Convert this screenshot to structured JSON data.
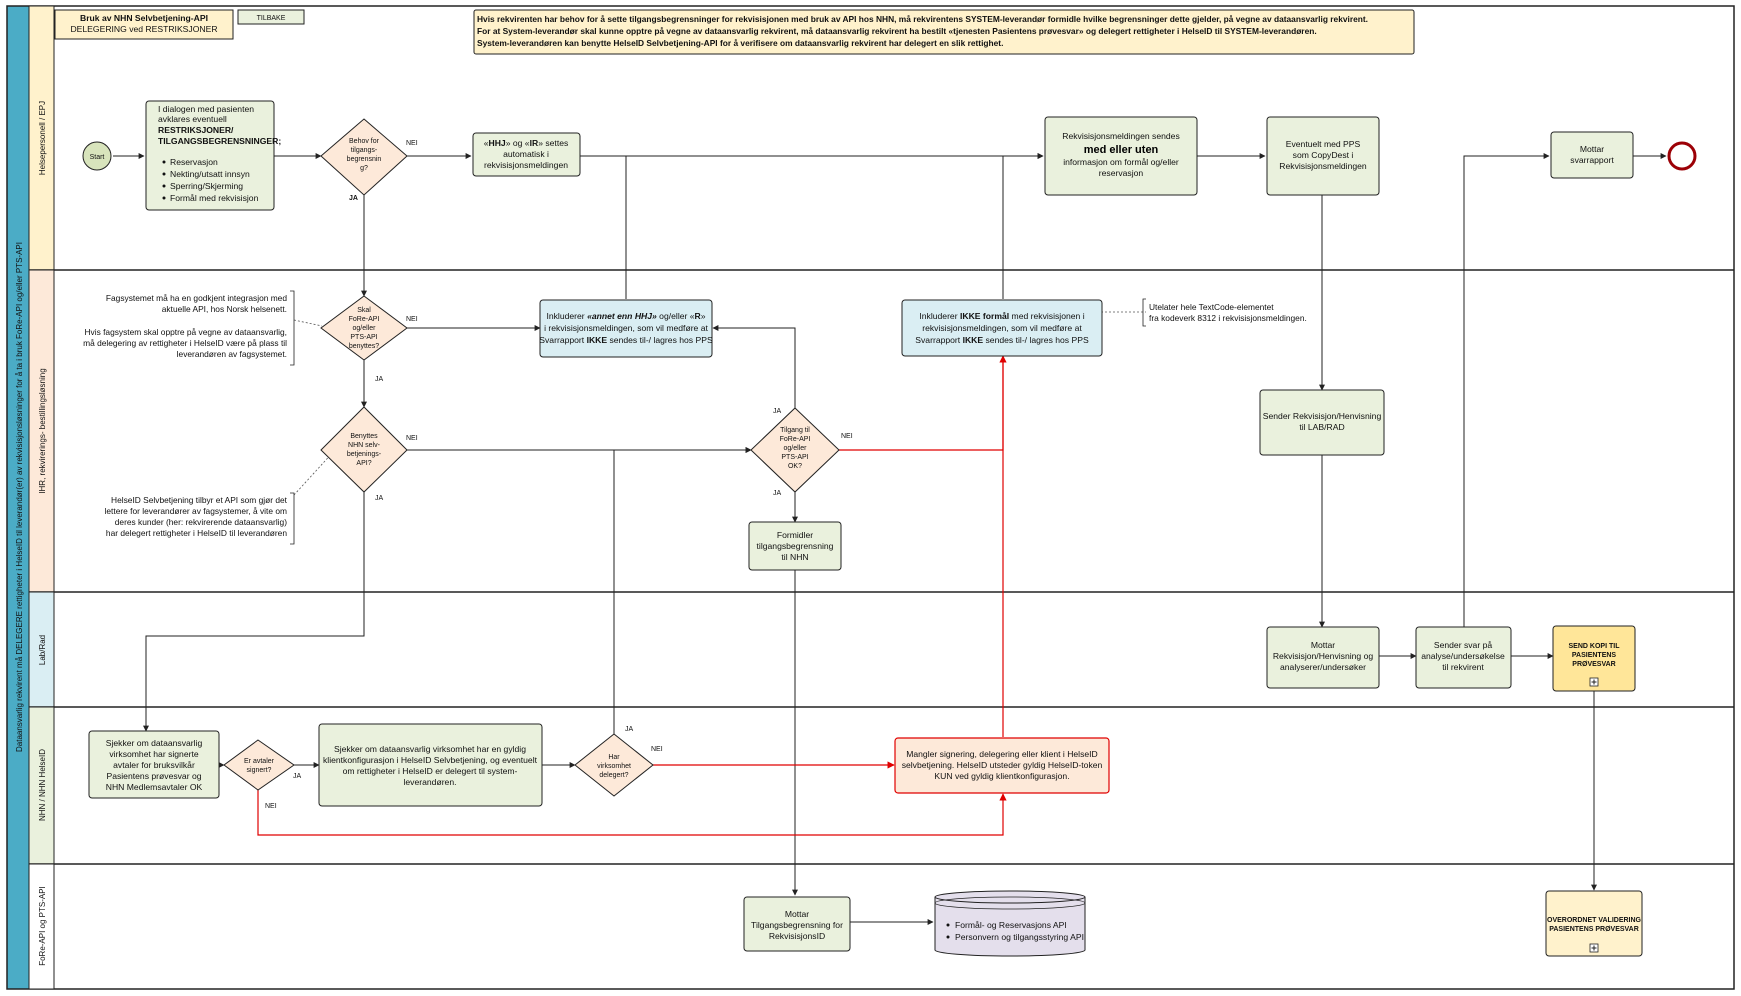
{
  "header": {
    "title": "Bruk av NHN Selvbetjening-API",
    "subtitle": "DELEGERING ved RESTRIKSJONER",
    "back_button": "TILBAKE",
    "note_lines": [
      "Hvis rekvirenten har behov for å sette tilgangsbegrensninger for rekvisisjonen med bruk av API hos NHN, må rekvirentens SYSTEM-leverandør formidle hvilke begrensninger dette gjelder, på vegne av dataansvarlig rekvirent.",
      "For at System-leverandør skal kunne opptre på vegne av dataansvarlig rekvirent, må dataansvarlig rekvirent ha bestilt «tjenesten Pasientens prøvesvar» og delegert rettigheter i HelseID til SYSTEM-leverandøren.",
      "System-leverandøren kan benytte HelseID Selvbetjening-API for å verifisere om dataansvarlig rekvirent har delegert en slik rettighet."
    ]
  },
  "pool": {
    "title": "Dataansvarlig rekvirent må DELEGERE rettigheter i HelseID til leverandør(er) av rekvisisjonsløsninger for å ta i bruk FoRe-API og/eller PTS-API"
  },
  "lanes": [
    "Helsepersonell / EPJ",
    "IHR, rekvirerings- bestillingsløsning",
    "Lab/Rad",
    "NHN / NHN HelseID",
    "FoRe-API og PTS-API"
  ],
  "lane1": {
    "start": "Start",
    "dialog": {
      "lines": [
        "I dialogen med pasienten",
        "avklares eventuell"
      ],
      "bold_lines": [
        "RESTRIKSJONER/",
        "TILGANGSBEGRENSNINGER;"
      ],
      "bullets": [
        "Reservasjon",
        "Nekting/utsatt innsyn",
        "Sperring/Skjerming",
        "Formål med rekvisisjon"
      ]
    },
    "gw_behov": [
      "Behov for",
      "tilgangs-",
      "begrensnin",
      "g?"
    ],
    "hhj_task": {
      "line1_parts": [
        "«",
        "HHJ",
        "» og «",
        "IR",
        "» settes"
      ],
      "lines": [
        "automatisk i",
        "rekvisisjonsmeldingen"
      ]
    },
    "send_task": {
      "line1": "Rekvisisjonsmeldingen sendes",
      "big": "med eller uten",
      "lines": [
        "informasjon om formål og/eller",
        "reservasjon"
      ]
    },
    "pps_task": [
      "Eventuelt med PPS",
      "som CopyDest i",
      "Rekvisisjonsmeldingen"
    ],
    "receive_task": [
      "Mottar",
      "svarrapport"
    ]
  },
  "lane2": {
    "note_integration": [
      "Fagsystemet må ha en godkjent integrasjon med",
      "aktuelle API, hos Norsk helsenett.",
      "",
      "Hvis fagsystem skal opptre på vegne av dataansvarlig,",
      "må delegering av rettigheter i HelseID være på plass til",
      "leverandøren av fagsystemet."
    ],
    "note_helseid": [
      "HelseID Selvbetjening tilbyr et API som gjør det",
      "lettere for leverandører av fagsystemer, å vite om",
      "deres kunder (her: rekvirerende dataansvarlig)",
      "har delegert rettigheter i HelseID til leverandøren"
    ],
    "note_textcode": [
      "Utelater hele TextCode-elementet",
      "fra kodeverk 8312 i rekvisisjonsmeldingen."
    ],
    "gw_fore": [
      "Skal",
      "FoRe-API",
      "og/eller",
      "PTS-API",
      "benyttes?"
    ],
    "gw_nhn": [
      "Benyttes",
      "NHN selv-",
      "betjenings-",
      "API?"
    ],
    "gw_tilgang": [
      "Tilgang til",
      "FoRe-API",
      "og/eller",
      "PTS-API",
      "OK?"
    ],
    "include_task": {
      "l1a": "Inkluderer ",
      "l1b": "«annet enn HHJ»",
      "l1c": " og/eller «",
      "l1d": "R",
      "l1e": "»",
      "l2": "i rekvisisjonsmeldingen, som vil medføre at",
      "l3a": "Svarrapport ",
      "l3b": "IKKE",
      "l3c": " sendes til-/ lagres hos PPS"
    },
    "exclude_task": {
      "l1a": "Inkluderer ",
      "l1b": "IKKE formål",
      "l1c": " med rekvisisjonen i",
      "l2": "rekvisisjonsmeldingen, som vil medføre at",
      "l3a": "Svarrapport ",
      "l3b": "IKKE",
      "l3c": " sendes til-/ lagres hos PPS"
    },
    "formidler_task": [
      "Formidler",
      "tilgangsbegrensning",
      "til NHN"
    ],
    "sender_task": [
      "Sender Rekvisisjon/Henvisning",
      "til LAB/RAD"
    ]
  },
  "lane3": {
    "mottar_task": [
      "Mottar",
      "Rekvisisjon/Henvisning og",
      "analyserer/undersøker"
    ],
    "svar_task": [
      "Sender svar på",
      "analyse/undersøkelse",
      "til rekvirent"
    ],
    "kopi_task": [
      "SEND KOPI TIL",
      "PASIENTENS",
      "PRØVESVAR"
    ]
  },
  "lane4": {
    "sjekk_avtaler": [
      "Sjekker om dataansvarlig",
      "virksomhet har signerte",
      "avtaler for bruksvilkår",
      "Pasientens prøvesvar og",
      "NHN Medlemsavtaler OK"
    ],
    "gw_avtaler": [
      "Er avtaler",
      "signert?"
    ],
    "sjekk_klient": [
      "Sjekker om dataansvarlig virksomhet har en gyldig",
      "klientkonfigurasjon i HelseID Selvbetjening, og eventuelt",
      "om rettigheter i HelseID er delegert til system-",
      "leverandøren."
    ],
    "gw_delegert": [
      "Har",
      "virksomhet",
      "delegert?"
    ],
    "mangler_task": [
      "Mangler signering, delegering eller klient i HelseID",
      "selvbetjening. HelseID utsteder gyldig HelseID-token",
      "KUN ved gyldig klientkonfigurasjon."
    ]
  },
  "lane5": {
    "mottar_task": [
      "Mottar",
      "Tilgangsbegrensning for",
      "RekvisisjonsID"
    ],
    "db_items": [
      "Formål- og Reservasjons API",
      "Personvern og tilgangsstyring API"
    ],
    "validering_task": [
      "OVERORDNET VALIDERING",
      "PASIENTENS PRØVESVAR"
    ]
  },
  "labels": {
    "yes": "JA",
    "no": "NEI"
  },
  "colors": {
    "task_fill": "#eaf1dd",
    "info_fill": "#daeef3",
    "error_fill": "#fde9d9",
    "error_line": "#e00000",
    "note_fill": "#fff2cc",
    "sub_fill": "#ffe699",
    "lane1": "#fff2cc",
    "lane2": "#fde9d9",
    "lane3": "#daeef3",
    "lane4": "#eaf1dd",
    "pool": "#4bacc6"
  }
}
